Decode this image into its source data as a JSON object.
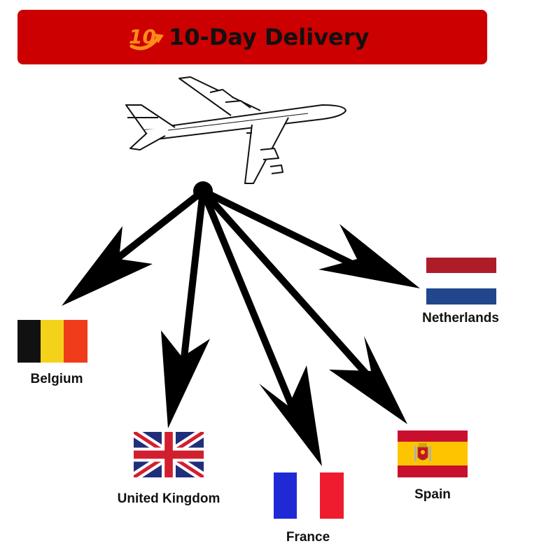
{
  "header": {
    "logo_text": "10",
    "title": "10-Day Delivery"
  },
  "destinations": [
    {
      "country": "Belgium"
    },
    {
      "country": "United Kingdom"
    },
    {
      "country": "France"
    },
    {
      "country": "Spain"
    },
    {
      "country": "Netherlands"
    }
  ],
  "colors": {
    "banner": "#cc0000",
    "logo": "#ff8c1a",
    "arrow": "#000000"
  }
}
